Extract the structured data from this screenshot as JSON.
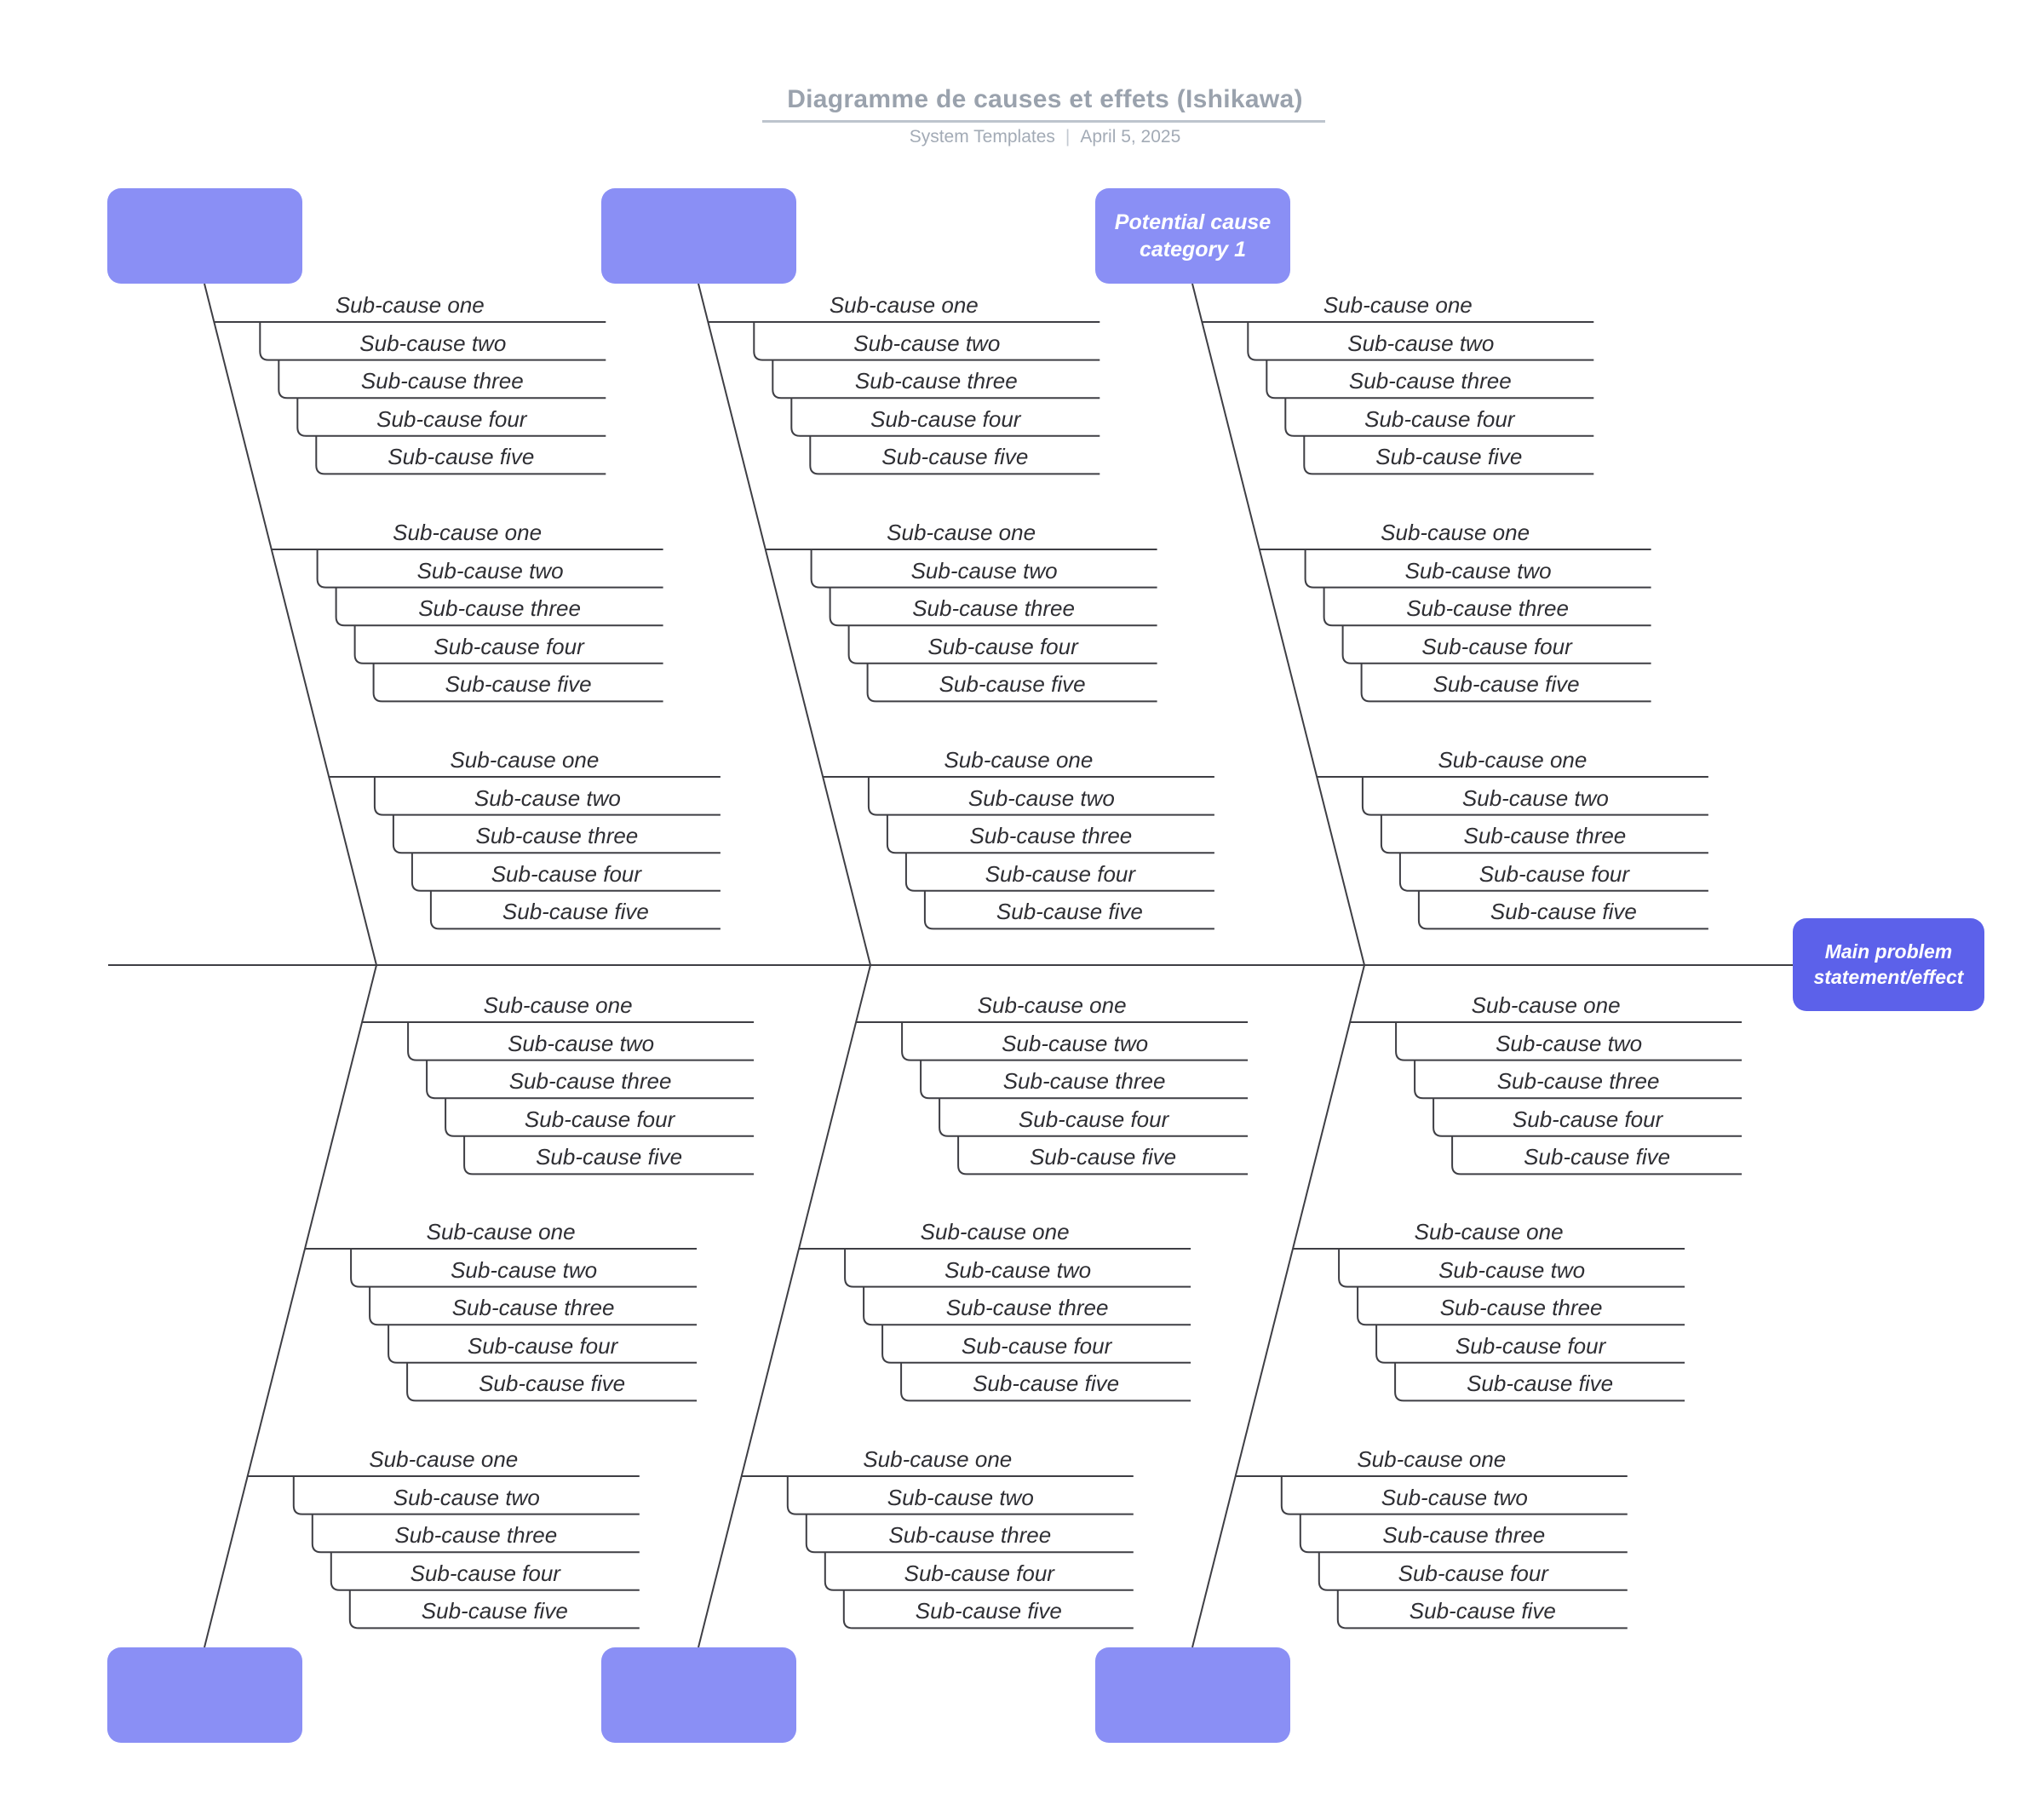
{
  "header": {
    "title": "Diagramme de causes et effets (Ishikawa)",
    "author": "System Templates",
    "separator": "|",
    "date": "April 5, 2025"
  },
  "main_problem": {
    "label": "Main problem statement/effect"
  },
  "categories": [
    {
      "label": ""
    },
    {
      "label": ""
    },
    {
      "label": "Potential cause category 1"
    },
    {
      "label": ""
    },
    {
      "label": ""
    },
    {
      "label": ""
    }
  ],
  "subcauses": [
    "Sub-cause one",
    "Sub-cause two",
    "Sub-cause three",
    "Sub-cause four",
    "Sub-cause five"
  ],
  "colors": {
    "category_box": "#8a8ff5",
    "main_box": "#5c61ea",
    "bone_line": "#3e3e44",
    "title_text": "#9aa2ad",
    "title_rule": "#bdc4cd",
    "subtitle_text": "#a3abb6",
    "subcause_text": "#2e2e33",
    "background": "#ffffff"
  }
}
